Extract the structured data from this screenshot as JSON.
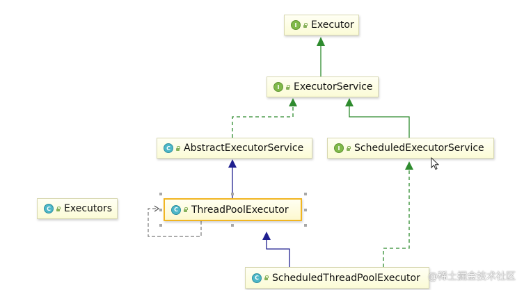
{
  "nodes": {
    "executor": {
      "label": "Executor",
      "kind": "interface",
      "badge": "I"
    },
    "executor_service": {
      "label": "ExecutorService",
      "kind": "interface",
      "badge": "I"
    },
    "abstract_executor_service": {
      "label": "AbstractExecutorService",
      "kind": "class",
      "badge": "C"
    },
    "scheduled_executor_service": {
      "label": "ScheduledExecutorService",
      "kind": "interface",
      "badge": "I"
    },
    "executors": {
      "label": "Executors",
      "kind": "class",
      "badge": "C"
    },
    "thread_pool_executor": {
      "label": "ThreadPoolExecutor",
      "kind": "class",
      "badge": "C",
      "selected": true
    },
    "scheduled_thread_pool_executor": {
      "label": "ScheduledThreadPoolExecutor",
      "kind": "class",
      "badge": "C"
    }
  },
  "edges": [
    {
      "from": "executor_service",
      "to": "executor",
      "type": "extends-interface",
      "style": "solid",
      "color": "#2e8b2e"
    },
    {
      "from": "abstract_executor_service",
      "to": "executor_service",
      "type": "implements",
      "style": "dashed",
      "color": "#2e8b2e"
    },
    {
      "from": "scheduled_executor_service",
      "to": "executor_service",
      "type": "extends-interface",
      "style": "solid",
      "color": "#2e8b2e"
    },
    {
      "from": "thread_pool_executor",
      "to": "abstract_executor_service",
      "type": "extends",
      "style": "solid",
      "color": "#1f1f8f"
    },
    {
      "from": "scheduled_thread_pool_executor",
      "to": "thread_pool_executor",
      "type": "extends",
      "style": "solid",
      "color": "#1f1f8f"
    },
    {
      "from": "scheduled_thread_pool_executor",
      "to": "scheduled_executor_service",
      "type": "implements",
      "style": "dashed",
      "color": "#2e8b2e"
    },
    {
      "from": "thread_pool_executor",
      "to": "thread_pool_executor",
      "type": "self-reference",
      "style": "dashed",
      "color": "#7a7a7a"
    }
  ],
  "colors": {
    "interface_badge": "#80b94a",
    "class_badge": "#4db7c8",
    "selection_border": "#f1b521",
    "inheritance_class": "#1f1f8f",
    "inheritance_interface": "#2e8b2e"
  },
  "icons": {
    "interface": "interface-icon",
    "class": "class-icon",
    "visibility": "lock-icon",
    "pointer": "mouse-cursor-icon"
  },
  "watermark": "@稀土掘金技术社区"
}
